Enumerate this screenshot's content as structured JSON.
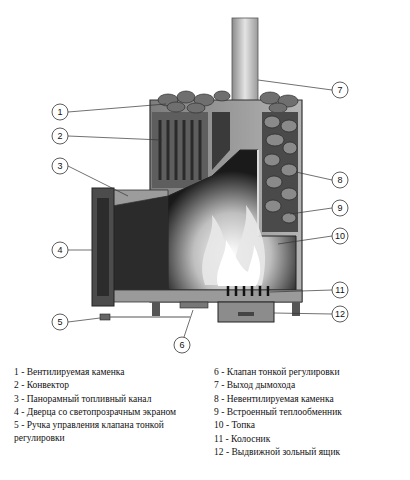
{
  "diagram": {
    "labels": [
      "1",
      "2",
      "3",
      "4",
      "5",
      "6",
      "7",
      "8",
      "9",
      "10",
      "11",
      "12",
      "1 - Вентилируемая каменка",
      "2 - Конвектор",
      "3 - Панорамный топливный канал",
      "4 - Дверца со светопрозрачным экраном",
      "5 - Ручка управления клапана тонкой регулировки",
      "6 - Клапан тонкой регулировки",
      "7 - Выход дымохода",
      "8 - Невентилируемая каменка",
      "9 - Встроенный теплообменник",
      "10 - Топка",
      "11 - Колосник",
      "12 - Выдвижной зольный ящик"
    ]
  }
}
